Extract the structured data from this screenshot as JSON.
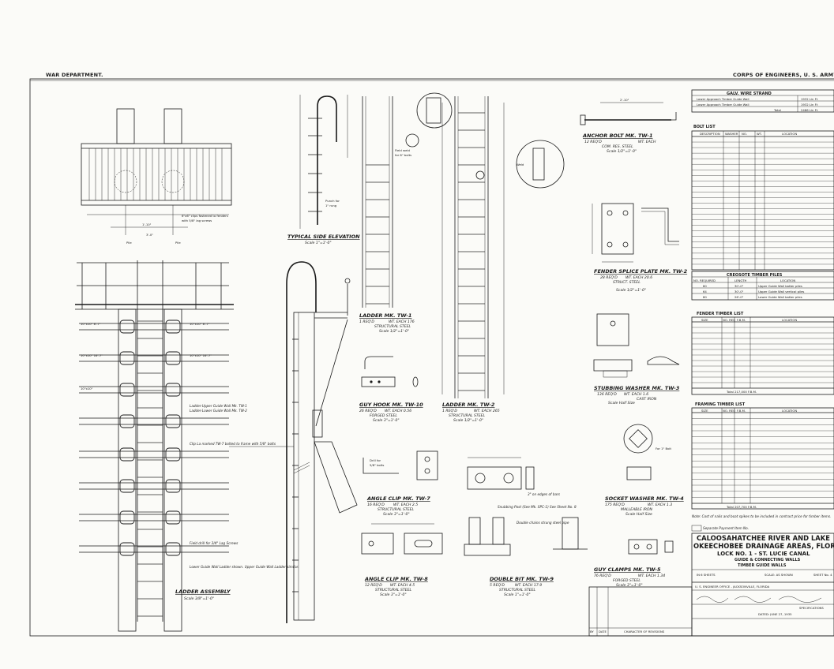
{
  "header": {
    "left": "WAR DEPARTMENT.",
    "right": "CORPS OF ENGINEERS, U. S. ARMY."
  },
  "details": {
    "typical_side_elevation": {
      "title": "TYPICAL SIDE ELEVATION",
      "scale": "Scale 1\"=1'-0\""
    },
    "ladder_assembly": {
      "title": "LADDER ASSEMBLY",
      "scale": "Scale 3/8\"=1'-0\""
    },
    "ladder_tw1": {
      "title": "LADDER   MK. TW-1",
      "req": "1 REQ'D",
      "wt": "WT. EACH 176",
      "material": "STRUCTURAL STEEL",
      "scale": "Scale 1/2\"=1'-0\""
    },
    "ladder_tw2": {
      "title": "LADDER   MK. TW-2",
      "req": "1 REQ'D",
      "wt": "WT. EACH 265",
      "material": "STRUCTURAL STEEL",
      "scale": "Scale 1/2\"=1'-0\""
    },
    "guy_hook": {
      "title": "GUY HOOK   MK. TW-10",
      "req": "26 REQ'D",
      "wt": "WT. EACH 0.56",
      "material": "FORGED STEEL",
      "scale": "Scale 3\"=1'-0\""
    },
    "angle_clip_7": {
      "title": "ANGLE CLIP   MK. TW-7",
      "req": "16 REQ'D",
      "wt": "WT. EACH 2.5",
      "material": "STRUCTURAL STEEL",
      "scale": "Scale 3\"=1'-0\""
    },
    "angle_clip_8": {
      "title": "ANGLE CLIP   MK. TW-8",
      "req": "12 REQ'D",
      "wt": "WT. EACH 4.5",
      "material": "STRUCTURAL STEEL",
      "scale": "Scale 3\"=1'-0\""
    },
    "double_bit": {
      "title": "DOUBLE BIT   MK. TW-9",
      "req": "5 REQ'D",
      "wt": "WT. EACH 17.9",
      "material": "STRUCTURAL STEEL",
      "scale": "Scale 1\"=1'-0\""
    },
    "anchor_bolt": {
      "title": "ANCHOR BOLT   MK. TW-1",
      "req": "12 REQ'D",
      "wt": "WT. EACH",
      "material": "COM. RES. STEEL",
      "scale": "Scale 1/2\"=1'-0\""
    },
    "fender_splice_plate": {
      "title": "FENDER SPLICE PLATE   MK. TW-2",
      "req": "28 REQ'D",
      "wt": "WT. EACH 20.6",
      "material": "STRUCT. STEEL",
      "scale": "Scale 1/2\"=1'-0\""
    },
    "stubbing_washer": {
      "title": "STUBBING WASHER   MK. TW-3",
      "req": "136 REQ'D",
      "wt": "WT. EACH 1.6",
      "material": "CAST IRON",
      "scale": "Scale Half Size"
    },
    "socket_washer": {
      "title": "SOCKET WASHER   MK. TW-4",
      "req": "175 REQ'D",
      "wt": "WT. EACH 1.3",
      "material": "MALLEABLE IRON",
      "scale": "Scale Half Size"
    },
    "guy_clamps": {
      "title": "GUY CLAMPS   MK. TW-5",
      "req": "76 REQ'D",
      "wt": "WT. EACH 1.34",
      "material": "FORGED STEEL",
      "scale": "Scale 3\"=1'-0\""
    }
  },
  "notes": {
    "ladder_upper": "Ladder-Upper Guide Wall Mk. TW-1",
    "ladder_lower": "Ladder-Lower Guide Wall Mk. TW-2",
    "clip_marked": "Clip La marked TW-7 bolted to frame with 5/8\" bolts",
    "field_drill": "Field drill for 3/4\" Lag Screws",
    "lower_wall": "Lower Guide Wall Ladder shown. Upper Guide Wall Ladder similar.",
    "double_chains": "Double chains strung steel pipe",
    "snubbing_post": "Snubbing Post (See Mk. SPC-1) See Sheet No. 8",
    "bar_angle": "3\" on edges of bars",
    "contract_note": "Note: Cost of nails and boat spikes to be included in contract price for timber items.",
    "separate_payment": "Separate Payment Item No."
  },
  "tables": {
    "galv_wire": {
      "title": "GALV. WIRE STRAND",
      "rows": [
        [
          "Lower Approach Timber Guide Wall",
          "1932 Lin Ft"
        ],
        [
          "Lower Approach Timber Guide Wall",
          "1932 Lin Ft"
        ],
        [
          "Total",
          "2486 Lin Ft"
        ]
      ]
    },
    "bolt_list": {
      "title": "BOLT LIST",
      "headers": [
        "DESCRIPTION",
        "WASHER",
        "NO.",
        "WT.",
        "LOCATION"
      ],
      "row_count": 24
    },
    "creosote_piles": {
      "title": "CREOSOTE TIMBER PILES",
      "headers": [
        "NO. REQUIRED",
        "LENGTH",
        "LOCATION"
      ],
      "rows": [
        [
          "80",
          "30'-0\"",
          "Upper Guide Wall batter piles"
        ],
        [
          "64",
          "30'-0\"",
          "Upper Guide Wall vertical piles"
        ],
        [
          "80",
          "26'-0\"",
          "Lower Guide Wall batter piles"
        ]
      ]
    },
    "fender_timber": {
      "title": "FENDER TIMBER LIST",
      "headers": [
        "SIZE",
        "NO. REQ",
        "F.B.M.",
        "LOCATION"
      ],
      "total": "Total  217,000 F.B.M.",
      "row_count": 12
    },
    "framing_timber": {
      "title": "FRAMING TIMBER LIST",
      "headers": [
        "SIZE",
        "NO. REQ",
        "F.B.M.",
        "LOCATION"
      ],
      "total": "Total  207,700 F.B.M.",
      "row_count": 15
    }
  },
  "title_block": {
    "line1": "CALOOSAHATCHEE RIVER AND LAKE",
    "line2": "OKEECHOBEE DRAINAGE AREAS, FLORIDA",
    "line3": "LOCK NO. 1 - ST. LUCIE CANAL",
    "line4": "GUIDE & CONNECTING WALLS",
    "line5": "TIMBER GUIDE WALLS",
    "sheets": "IN 6 SHEETS",
    "scale": "SCALE: AS SHOWN",
    "sheet_no": "SHEET No. 4",
    "office": "U. S. ENGINEER OFFICE - JACKSONVILLE, FLORIDA",
    "date": "DATED: JUNE 27, 1935",
    "specs": "SPECIFICATIONS"
  },
  "revision_block": {
    "col1": "BY",
    "col2": "DATE",
    "col3": "CHARACTER OF REVISIONS"
  }
}
